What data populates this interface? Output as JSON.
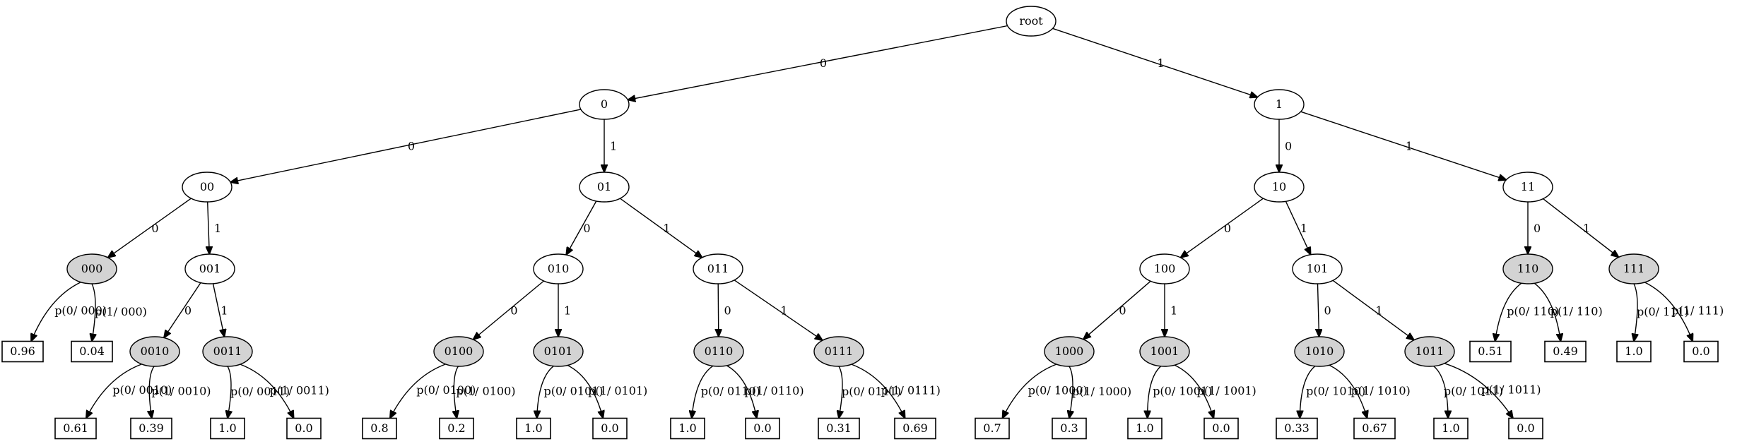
{
  "colors": {
    "shaded": "#d3d3d3",
    "plain": "#ffffff",
    "line": "#000000"
  },
  "nodes": [
    {
      "id": "root",
      "label": "root",
      "shaded": false
    },
    {
      "id": "0",
      "label": "0",
      "shaded": false
    },
    {
      "id": "1",
      "label": "1",
      "shaded": false
    },
    {
      "id": "00",
      "label": "00",
      "shaded": false
    },
    {
      "id": "01",
      "label": "01",
      "shaded": false
    },
    {
      "id": "10",
      "label": "10",
      "shaded": false
    },
    {
      "id": "11",
      "label": "11",
      "shaded": false
    },
    {
      "id": "000",
      "label": "000",
      "shaded": true
    },
    {
      "id": "001",
      "label": "001",
      "shaded": false
    },
    {
      "id": "010",
      "label": "010",
      "shaded": false
    },
    {
      "id": "011",
      "label": "011",
      "shaded": false
    },
    {
      "id": "100",
      "label": "100",
      "shaded": false
    },
    {
      "id": "101",
      "label": "101",
      "shaded": false
    },
    {
      "id": "110",
      "label": "110",
      "shaded": true
    },
    {
      "id": "111",
      "label": "111",
      "shaded": true
    },
    {
      "id": "0010",
      "label": "0010",
      "shaded": true
    },
    {
      "id": "0011",
      "label": "0011",
      "shaded": true
    },
    {
      "id": "0100",
      "label": "0100",
      "shaded": true
    },
    {
      "id": "0101",
      "label": "0101",
      "shaded": true
    },
    {
      "id": "0110",
      "label": "0110",
      "shaded": true
    },
    {
      "id": "0111",
      "label": "0111",
      "shaded": true
    },
    {
      "id": "1000",
      "label": "1000",
      "shaded": true
    },
    {
      "id": "1001",
      "label": "1001",
      "shaded": true
    },
    {
      "id": "1010",
      "label": "1010",
      "shaded": true
    },
    {
      "id": "1011",
      "label": "1011",
      "shaded": true
    }
  ],
  "leaves": [
    {
      "id": "L000a",
      "value": "0.96"
    },
    {
      "id": "L000b",
      "value": "0.04"
    },
    {
      "id": "L110a",
      "value": "0.51"
    },
    {
      "id": "L110b",
      "value": "0.49"
    },
    {
      "id": "L111a",
      "value": "1.0"
    },
    {
      "id": "L111b",
      "value": "0.0"
    },
    {
      "id": "L0010a",
      "value": "0.61"
    },
    {
      "id": "L0010b",
      "value": "0.39"
    },
    {
      "id": "L0011a",
      "value": "1.0"
    },
    {
      "id": "L0011b",
      "value": "0.0"
    },
    {
      "id": "L0100a",
      "value": "0.8"
    },
    {
      "id": "L0100b",
      "value": "0.2"
    },
    {
      "id": "L0101a",
      "value": "1.0"
    },
    {
      "id": "L0101b",
      "value": "0.0"
    },
    {
      "id": "L0110a",
      "value": "1.0"
    },
    {
      "id": "L0110b",
      "value": "0.0"
    },
    {
      "id": "L0111a",
      "value": "0.31"
    },
    {
      "id": "L0111b",
      "value": "0.69"
    },
    {
      "id": "L1000a",
      "value": "0.7"
    },
    {
      "id": "L1000b",
      "value": "0.3"
    },
    {
      "id": "L1001a",
      "value": "1.0"
    },
    {
      "id": "L1001b",
      "value": "0.0"
    },
    {
      "id": "L1010a",
      "value": "0.33"
    },
    {
      "id": "L1010b",
      "value": "0.67"
    },
    {
      "id": "L1011a",
      "value": "1.0"
    },
    {
      "id": "L1011b",
      "value": "0.0"
    }
  ],
  "edges": [
    {
      "from": "root",
      "to": "0",
      "label": "0"
    },
    {
      "from": "root",
      "to": "1",
      "label": "1"
    },
    {
      "from": "0",
      "to": "00",
      "label": "0"
    },
    {
      "from": "0",
      "to": "01",
      "label": "1"
    },
    {
      "from": "1",
      "to": "10",
      "label": "0"
    },
    {
      "from": "1",
      "to": "11",
      "label": "1"
    },
    {
      "from": "00",
      "to": "000",
      "label": "0"
    },
    {
      "from": "00",
      "to": "001",
      "label": "1"
    },
    {
      "from": "01",
      "to": "010",
      "label": "0"
    },
    {
      "from": "01",
      "to": "011",
      "label": "1"
    },
    {
      "from": "10",
      "to": "100",
      "label": "0"
    },
    {
      "from": "10",
      "to": "101",
      "label": "1"
    },
    {
      "from": "11",
      "to": "110",
      "label": "0"
    },
    {
      "from": "11",
      "to": "111",
      "label": "1"
    },
    {
      "from": "001",
      "to": "0010",
      "label": "0"
    },
    {
      "from": "001",
      "to": "0011",
      "label": "1"
    },
    {
      "from": "010",
      "to": "0100",
      "label": "0"
    },
    {
      "from": "010",
      "to": "0101",
      "label": "1"
    },
    {
      "from": "011",
      "to": "0110",
      "label": "0"
    },
    {
      "from": "011",
      "to": "0111",
      "label": "1"
    },
    {
      "from": "100",
      "to": "1000",
      "label": "0"
    },
    {
      "from": "100",
      "to": "1001",
      "label": "1"
    },
    {
      "from": "101",
      "to": "1010",
      "label": "0"
    },
    {
      "from": "101",
      "to": "1011",
      "label": "1"
    },
    {
      "from": "000",
      "to": "L000a",
      "label": "p(0/ 000)"
    },
    {
      "from": "000",
      "to": "L000b",
      "label": "p(1/ 000)"
    },
    {
      "from": "110",
      "to": "L110a",
      "label": "p(0/ 110)"
    },
    {
      "from": "110",
      "to": "L110b",
      "label": "p(1/ 110)"
    },
    {
      "from": "111",
      "to": "L111a",
      "label": "p(0/ 111)"
    },
    {
      "from": "111",
      "to": "L111b",
      "label": "p(1/ 111)"
    },
    {
      "from": "0010",
      "to": "L0010a",
      "label": "p(0/ 0010)"
    },
    {
      "from": "0010",
      "to": "L0010b",
      "label": "p(1/ 0010)"
    },
    {
      "from": "0011",
      "to": "L0011a",
      "label": "p(0/ 0011)"
    },
    {
      "from": "0011",
      "to": "L0011b",
      "label": "p(1/ 0011)"
    },
    {
      "from": "0100",
      "to": "L0100a",
      "label": "p(0/ 0100)"
    },
    {
      "from": "0100",
      "to": "L0100b",
      "label": "p(1/ 0100)"
    },
    {
      "from": "0101",
      "to": "L0101a",
      "label": "p(0/ 0101)"
    },
    {
      "from": "0101",
      "to": "L0101b",
      "label": "p(1/ 0101)"
    },
    {
      "from": "0110",
      "to": "L0110a",
      "label": "p(0/ 0110)"
    },
    {
      "from": "0110",
      "to": "L0110b",
      "label": "p(1/ 0110)"
    },
    {
      "from": "0111",
      "to": "L0111a",
      "label": "p(0/ 0111)"
    },
    {
      "from": "0111",
      "to": "L0111b",
      "label": "p(1/ 0111)"
    },
    {
      "from": "1000",
      "to": "L1000a",
      "label": "p(0/ 1000)"
    },
    {
      "from": "1000",
      "to": "L1000b",
      "label": "p(1/ 1000)"
    },
    {
      "from": "1001",
      "to": "L1001a",
      "label": "p(0/ 1001)"
    },
    {
      "from": "1001",
      "to": "L1001b",
      "label": "p(1/ 1001)"
    },
    {
      "from": "1010",
      "to": "L1010a",
      "label": "p(0/ 1010)"
    },
    {
      "from": "1010",
      "to": "L1010b",
      "label": "p(1/ 1010)"
    },
    {
      "from": "1011",
      "to": "L1011a",
      "label": "p(0/ 1011)"
    },
    {
      "from": "1011",
      "to": "L1011b",
      "label": "p(1/ 1011)"
    }
  ]
}
